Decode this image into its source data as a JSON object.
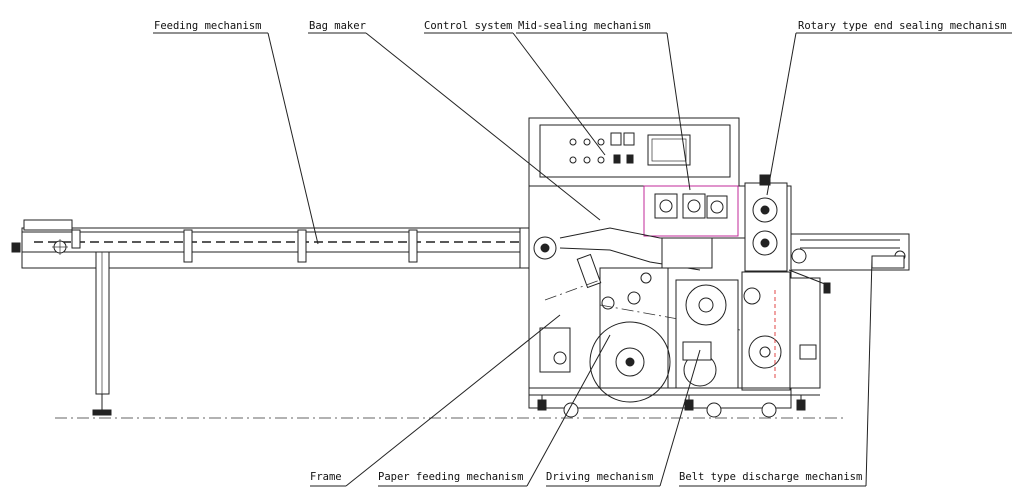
{
  "labels": {
    "feeding": "Feeding mechanism",
    "bag_maker": "Bag maker",
    "control": "Control system",
    "mid_sealing": "Mid-sealing mechanism",
    "rotary": "Rotary type end sealing mechanism",
    "frame": "Frame",
    "paper_feeding": "Paper feeding mechanism",
    "driving": "Driving mechanism",
    "belt_discharge": "Belt type discharge mechanism"
  },
  "colors": {
    "line": "#222222",
    "accent_magenta": "#c02a9a",
    "accent_red": "#dd3333"
  }
}
